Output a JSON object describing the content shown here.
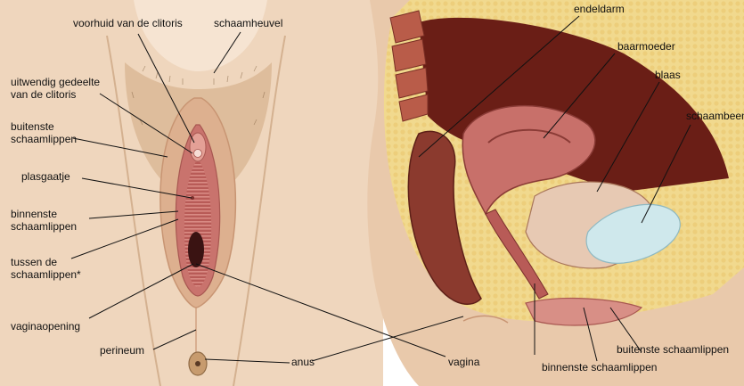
{
  "labels": {
    "voorhuid": "voorhuid van de clitoris",
    "schaamheuvel": "schaamheuvel",
    "uitwendig_1": "uitwendig gedeelte",
    "uitwendig_2": "van de clitoris",
    "buitenste_1": "buitenste",
    "buitenste_2": "schaamlippen",
    "plasgaatje": "plasgaatje",
    "binnenste_1": "binnenste",
    "binnenste_2": "schaamlippen",
    "tussen_1": "tussen de",
    "tussen_2": "schaamlippen*",
    "vaginaopening": "vaginaopening",
    "perineum": "perineum",
    "anus": "anus",
    "vagina": "vagina",
    "endeldarm": "endeldarm",
    "baarmoeder": "baarmoeder",
    "blaas": "blaas",
    "schaambeen": "schaambeen",
    "buitenste_side": "buitenste schaamlippen",
    "binnenste_side": "binnenste schaamlippen"
  },
  "colors": {
    "skin": "#e9c9ab",
    "skin_dark": "#caa27f",
    "outer_labia": "#ddb08f",
    "inner_labia": "#c9736d",
    "vestibule": "#e9a39b",
    "uterus": "#c8706a",
    "rectum": "#8b3a2e",
    "bladder": "#cfe8ec",
    "fat": "#f0d78a",
    "bone": "#f3e6c3",
    "hair": "#8a6a4a"
  }
}
